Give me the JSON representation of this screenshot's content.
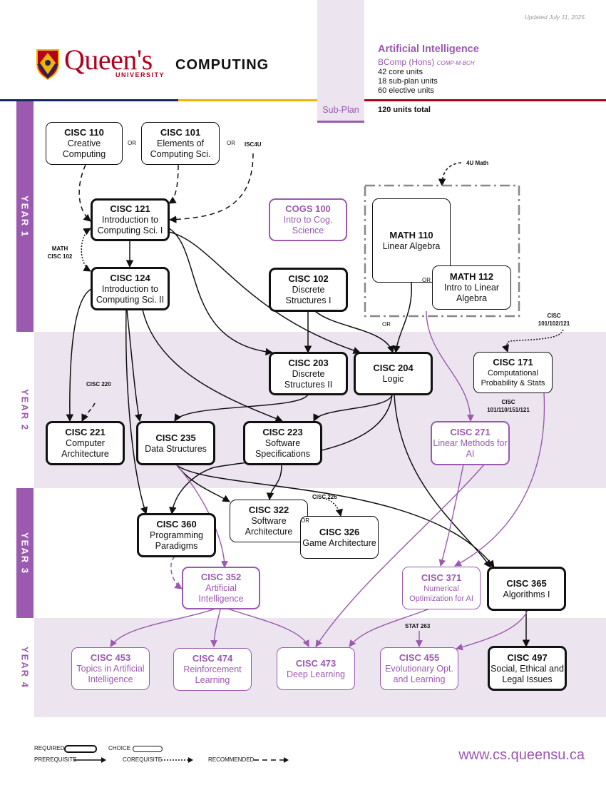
{
  "updated": "Updated July 11, 2025",
  "header": {
    "university": "Queen's",
    "university_sub": "UNIVERSITY",
    "department": "COMPUTING",
    "plan_title": "Artificial Intelligence",
    "degree": "BComp (Hons)",
    "plan_code": "COMP-M-BCH",
    "core_units": "42 core units",
    "subplan_units": "18 sub-plan units",
    "elective_units": "60 elective units",
    "total_units": "120 units total",
    "subplan_label": "Sub-Plan"
  },
  "years": [
    "YEAR 1",
    "YEAR 2",
    "YEAR 3",
    "YEAR 4"
  ],
  "courses": {
    "cisc110": {
      "code": "CISC 110",
      "title": "Creative Computing"
    },
    "cisc101": {
      "code": "CISC 101",
      "title": "Elements of Computing Sci."
    },
    "cisc121": {
      "code": "CISC 121",
      "title": "Introduction to Computing Sci. I"
    },
    "cisc124": {
      "code": "CISC 124",
      "title": "Introduction to Computing Sci. II"
    },
    "cogs100": {
      "code": "COGS 100",
      "title": "Intro to Cog. Science"
    },
    "cisc102": {
      "code": "CISC 102",
      "title": "Discrete Structures I"
    },
    "math110": {
      "code": "MATH 110",
      "title": "Linear Algebra"
    },
    "math112": {
      "code": "MATH 112",
      "title": "Intro to Linear Algebra"
    },
    "cisc203": {
      "code": "CISC 203",
      "title": "Discrete Structures II"
    },
    "cisc204": {
      "code": "CISC 204",
      "title": "Logic"
    },
    "cisc171": {
      "code": "CISC 171",
      "title": "Computational Probability & Stats"
    },
    "cisc221": {
      "code": "CISC 221",
      "title": "Computer Architecture"
    },
    "cisc235": {
      "code": "CISC 235",
      "title": "Data Structures"
    },
    "cisc223": {
      "code": "CISC 223",
      "title": "Software Specifications"
    },
    "cisc271": {
      "code": "CISC 271",
      "title": "Linear Methods for AI"
    },
    "cisc360": {
      "code": "CISC 360",
      "title": "Programming Paradigms"
    },
    "cisc322": {
      "code": "CISC 322",
      "title": "Software Architecture"
    },
    "cisc326": {
      "code": "CISC 326",
      "title": "Game Architecture"
    },
    "cisc352": {
      "code": "CISC 352",
      "title": "Artificial Intelligence"
    },
    "cisc371": {
      "code": "CISC 371",
      "title": "Numerical Optimization for AI"
    },
    "cisc365": {
      "code": "CISC 365",
      "title": "Algorithms I"
    },
    "cisc453": {
      "code": "CISC 453",
      "title": "Topics in Artificial Intelligence"
    },
    "cisc474": {
      "code": "CISC 474",
      "title": "Reinforcement Learning"
    },
    "cisc473": {
      "code": "CISC 473",
      "title": "Deep Learning"
    },
    "cisc455": {
      "code": "CISC 455",
      "title": "Evolutionary Opt. and Learning"
    },
    "cisc497": {
      "code": "CISC 497",
      "title": "Social, Ethical and Legal Issues"
    }
  },
  "notes": {
    "or": "OR",
    "isc4u": "ISC4U",
    "u4math": "4U Math",
    "math_cisc102": "MATH CISC 102",
    "cisc_101_102_121": "CISC 101/102/121",
    "cisc220": "CISC 220",
    "cisc_101_110_151_121": "CISC 101/110/151/121",
    "cisc226": "CISC 226",
    "stat263": "STAT 263"
  },
  "legend": {
    "required": "REQUIRED",
    "choice": "CHOICE",
    "prerequisite": "PREREQUISITE",
    "corequisite": "COREQUISITE",
    "recommended": "RECOMMENDED"
  },
  "footer_url": "www.cs.queensu.ca",
  "colors": {
    "accent": "#9b59b0",
    "navy": "#14285a",
    "gold": "#f5b400",
    "red": "#b3001b",
    "band": "#ece4ee"
  }
}
